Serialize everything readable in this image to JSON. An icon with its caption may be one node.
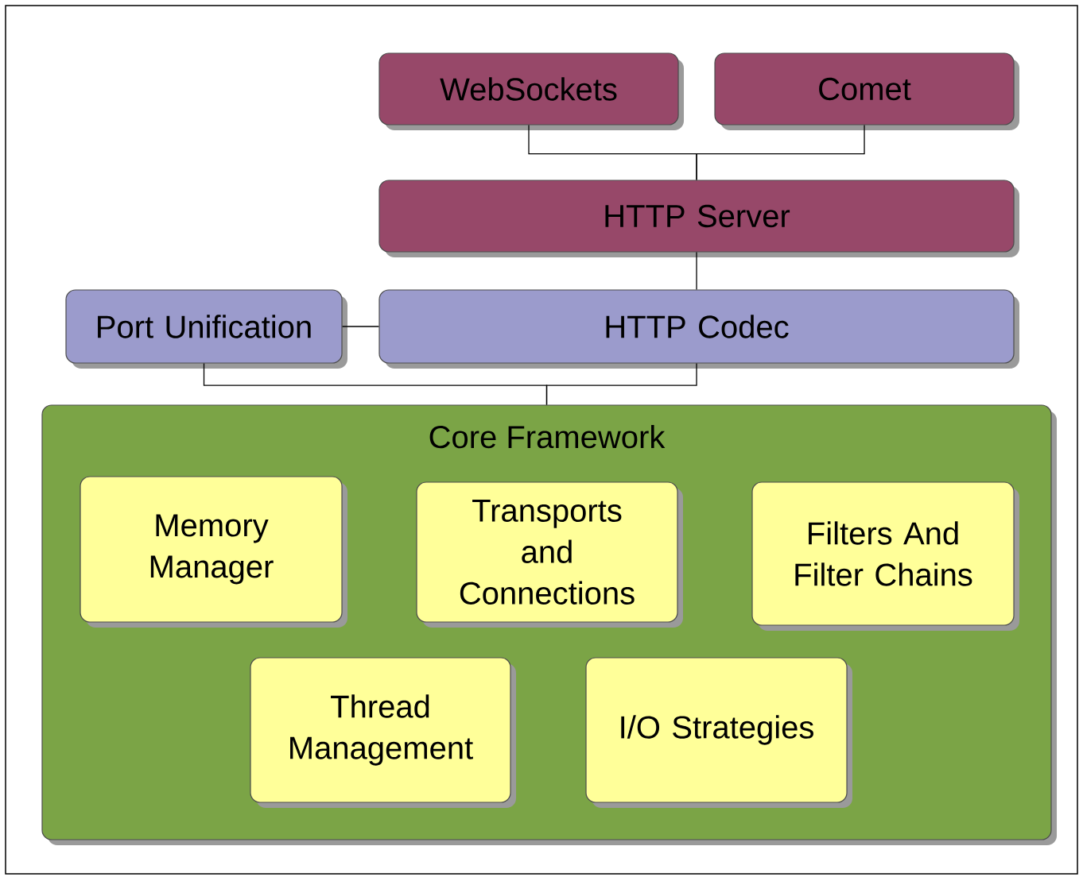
{
  "diagram": {
    "nodes": [
      {
        "text": [
          "WebSockets"
        ]
      },
      {
        "text": [
          "Comet"
        ]
      },
      {
        "text": [
          "HTTP Server"
        ]
      },
      {
        "text": [
          "Port Unification"
        ]
      },
      {
        "text": [
          "HTTP Codec"
        ]
      },
      {
        "text": [
          "Core Framework"
        ]
      },
      {
        "text": [
          "Memory Manager"
        ],
        "in": 5
      },
      {
        "text": [
          "Transports and Connections"
        ],
        "in": 5
      },
      {
        "text": [
          "Filters And Filter Chains"
        ],
        "in": 5
      },
      {
        "text": [
          "Thread Management"
        ],
        "in": 5
      },
      {
        "text": [
          "I/O Strategies"
        ],
        "in": 5
      }
    ],
    "edges": [
      {
        "from": 0,
        "to": 2,
        "arrow": "none"
      },
      {
        "from": 1,
        "to": 2,
        "arrow": "none"
      },
      {
        "from": 2,
        "to": 4,
        "arrow": "none"
      },
      {
        "from": 3,
        "to": 4,
        "arrow": "none"
      },
      {
        "from": 3,
        "to": 5,
        "arrow": "none"
      },
      {
        "from": 4,
        "to": 5,
        "arrow": "none"
      }
    ]
  }
}
